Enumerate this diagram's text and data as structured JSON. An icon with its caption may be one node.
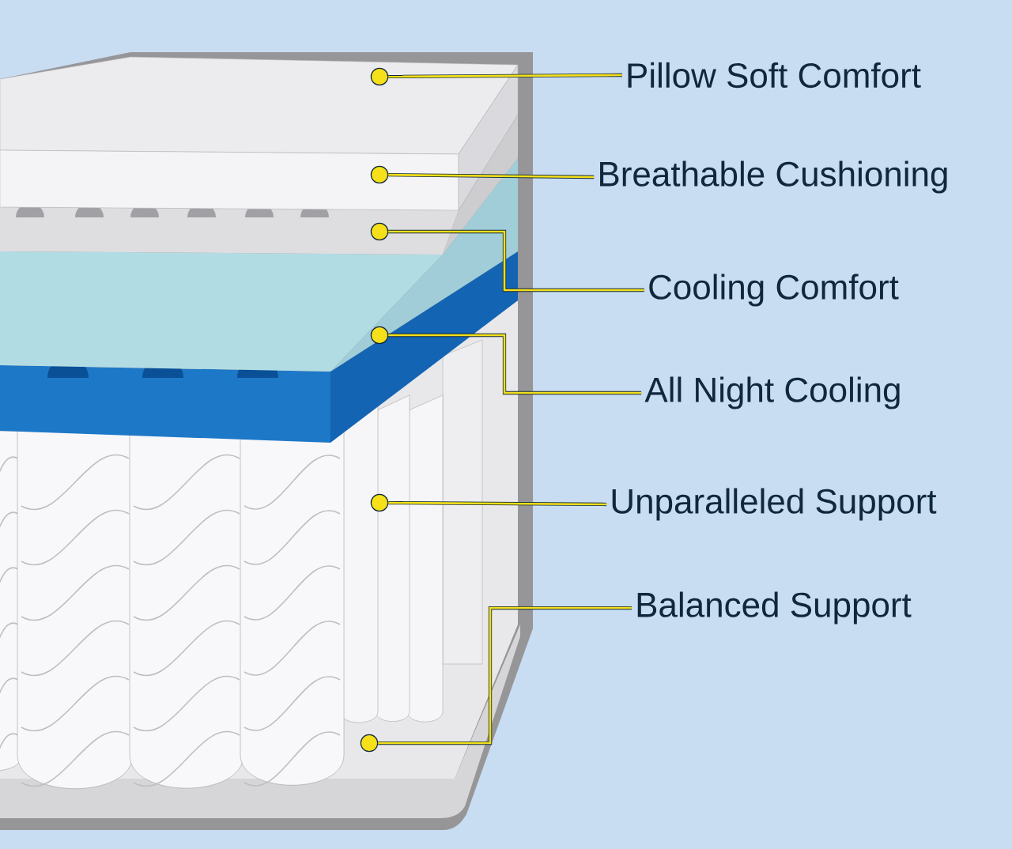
{
  "diagram": {
    "nodes": [
      {
        "text": [
          "Pillow Soft Comfort"
        ]
      },
      {
        "text": [
          "Breathable Cushioning"
        ]
      },
      {
        "text": [
          "Cooling Comfort"
        ]
      },
      {
        "text": [
          "All Night Cooling"
        ]
      },
      {
        "text": [
          "Unparalleled Support"
        ]
      },
      {
        "text": [
          "Balanced Support"
        ]
      },
      {
        "text": [],
        "shape": "circle"
      },
      {
        "text": [],
        "shape": "circle"
      },
      {
        "text": [],
        "shape": "circle"
      },
      {
        "text": [],
        "shape": "circle"
      },
      {
        "text": [],
        "shape": "circle"
      },
      {
        "text": [],
        "shape": "circle"
      }
    ],
    "edges": [
      {
        "from": 0,
        "to": 6,
        "arrow": "none"
      },
      {
        "from": 1,
        "to": 7,
        "arrow": "none"
      },
      {
        "from": 2,
        "to": 8,
        "arrow": "none"
      },
      {
        "from": 3,
        "to": 9,
        "arrow": "none"
      },
      {
        "from": 4,
        "to": 10,
        "arrow": "none"
      },
      {
        "from": 5,
        "to": 11,
        "arrow": "none"
      }
    ]
  }
}
